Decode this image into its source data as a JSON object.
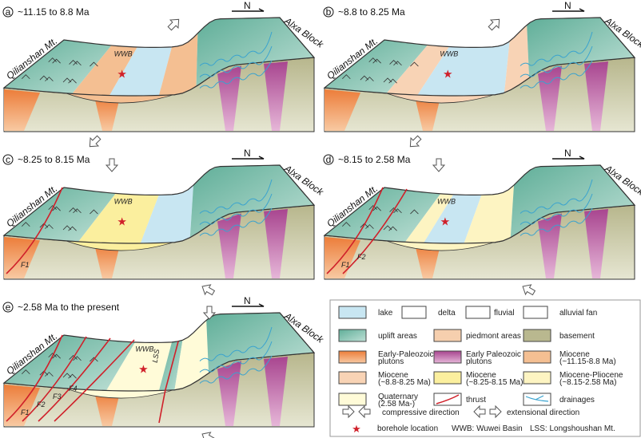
{
  "panels": [
    {
      "letter": "a",
      "title": "~11.15  to 8.8 Ma",
      "west": "Qilianshan Mt.",
      "east": "Alxa Block",
      "north": "N",
      "basin": "WWB",
      "stress": "extensional"
    },
    {
      "letter": "b",
      "title": "~8.8  to 8.25 Ma",
      "west": "Qilianshan Mt.",
      "east": "Alxa Block",
      "north": "N",
      "basin": "WWB",
      "stress": "extensional"
    },
    {
      "letter": "c",
      "title": "~8.25  to 8.15 Ma",
      "west": "Qilianshan Mt.",
      "east": "Alxa Block",
      "north": "N",
      "basin": "WWB",
      "faults": [
        "F1"
      ],
      "stress": "compressive"
    },
    {
      "letter": "d",
      "title": "~8.15  to 2.58 Ma",
      "west": "Qilianshan Mt.",
      "east": "Alxa Block",
      "north": "N",
      "basin": "WWB",
      "faults": [
        "F1",
        "F2"
      ],
      "stress": "compressive"
    },
    {
      "letter": "e",
      "title": "~2.58 Ma  to the present",
      "west": "Qilianshan Mt.",
      "east": "Alxa Block",
      "north": "N",
      "basin": "WWB",
      "range": "LSS",
      "faults": [
        "F1",
        "F2",
        "F3",
        "F4"
      ],
      "stress": "compressive"
    }
  ],
  "legend": {
    "items": [
      {
        "label": "lake",
        "color": "#c8e6f2"
      },
      {
        "label": "delta",
        "color": "#ffffff"
      },
      {
        "label": "fluvial",
        "color": "#ffffff"
      },
      {
        "label": "alluvial fan",
        "color": "#ffffff"
      },
      {
        "label": "uplift areas",
        "color": "#6fb5a2"
      },
      {
        "label": "piedmont areas",
        "color": "#f6cfae"
      },
      {
        "label": "basement",
        "color": "#b9b88f"
      },
      {
        "label": "Early-Paleozoic",
        "label2": "plutons",
        "color": "#ee8a48"
      },
      {
        "label": "Early Paleozoic",
        "label2": "plutons",
        "color": "#b2539a"
      },
      {
        "label": "Miocene",
        "label2": "(~11.15-8.8 Ma)",
        "color": "#f4bf92"
      },
      {
        "label": "Miocene",
        "label2": "(~8.8-8.25 Ma)",
        "color": "#f8d3b5"
      },
      {
        "label": "Miocene",
        "label2": "(~8.25-8.15 Ma)",
        "color": "#fbef9e"
      },
      {
        "label": "Miocene-Pliocene",
        "label2": "(~8.15-2.58 Ma)",
        "color": "#fdf4c2"
      },
      {
        "label": "Quaternary",
        "label2": "(2.58 Ma-)",
        "color": "#fffbd8"
      },
      {
        "label": "thrust",
        "color": "#d0202a"
      },
      {
        "label": "drainages",
        "color": "#3aa3cf"
      }
    ],
    "compressive": "compressive direction",
    "extensional": "extensional direction",
    "borehole": "borehole location",
    "wwb": "WWB: Wuwei Basin",
    "lss": "LSS: Longshoushan Mt."
  },
  "colors": {
    "thrust": "#d0202a",
    "star": "#d0202a",
    "drainage": "#3aa3cf",
    "uplift": "#7dbfae",
    "basement": "#c8c6a2"
  }
}
